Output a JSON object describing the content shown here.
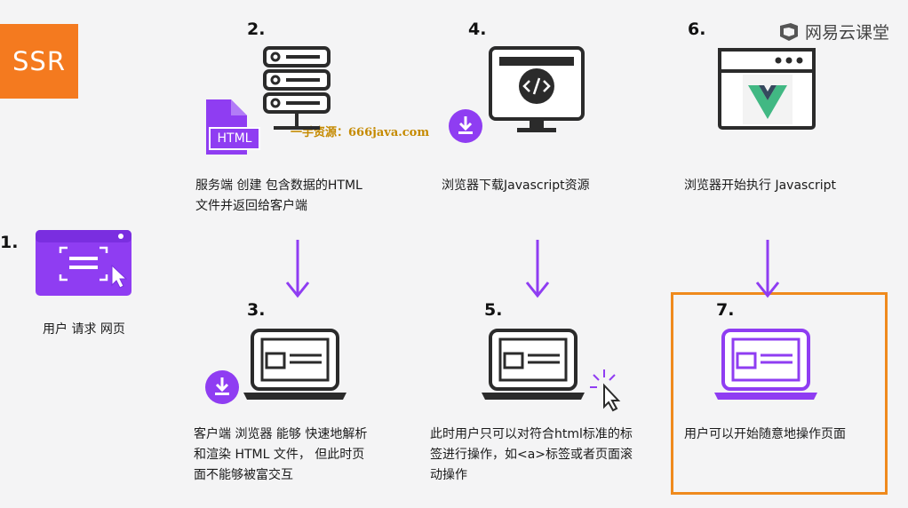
{
  "logo": {
    "text": "SSR"
  },
  "brand": {
    "text": "网易云课堂",
    "icon": "netease-cloud-class-logo"
  },
  "watermark": {
    "text": "一手资源：666java.com"
  },
  "steps": [
    {
      "number": "1.",
      "label": "用户 请求 网页"
    },
    {
      "number": "2.",
      "line1": "服务端 创建 包含数据的HTML",
      "line2": "文件并返回给客户端",
      "file_label": "HTML"
    },
    {
      "number": "3.",
      "line1": "客户端 浏览器 能够 快速地解析",
      "line2": "和渲染 HTML 文件， 但此时页",
      "line3": "面不能够被富交互"
    },
    {
      "number": "4.",
      "label": "浏览器下载Javascript资源"
    },
    {
      "number": "5.",
      "line1": "此时用户只可以对符合html标准的标",
      "line2": "签进行操作，如<a>标签或者页面滚",
      "line3": "动操作"
    },
    {
      "number": "6.",
      "label": "浏览器开始执行 Javascript"
    },
    {
      "number": "7.",
      "label": "用户可以开始随意地操作页面"
    }
  ],
  "colors": {
    "accent_purple": "#8f3df2",
    "logo_orange": "#f47a1f",
    "highlight_border": "#ef8a1d",
    "icon_dark": "#2b2b2b",
    "vue_green": "#41b883",
    "vue_dark": "#35495e"
  }
}
